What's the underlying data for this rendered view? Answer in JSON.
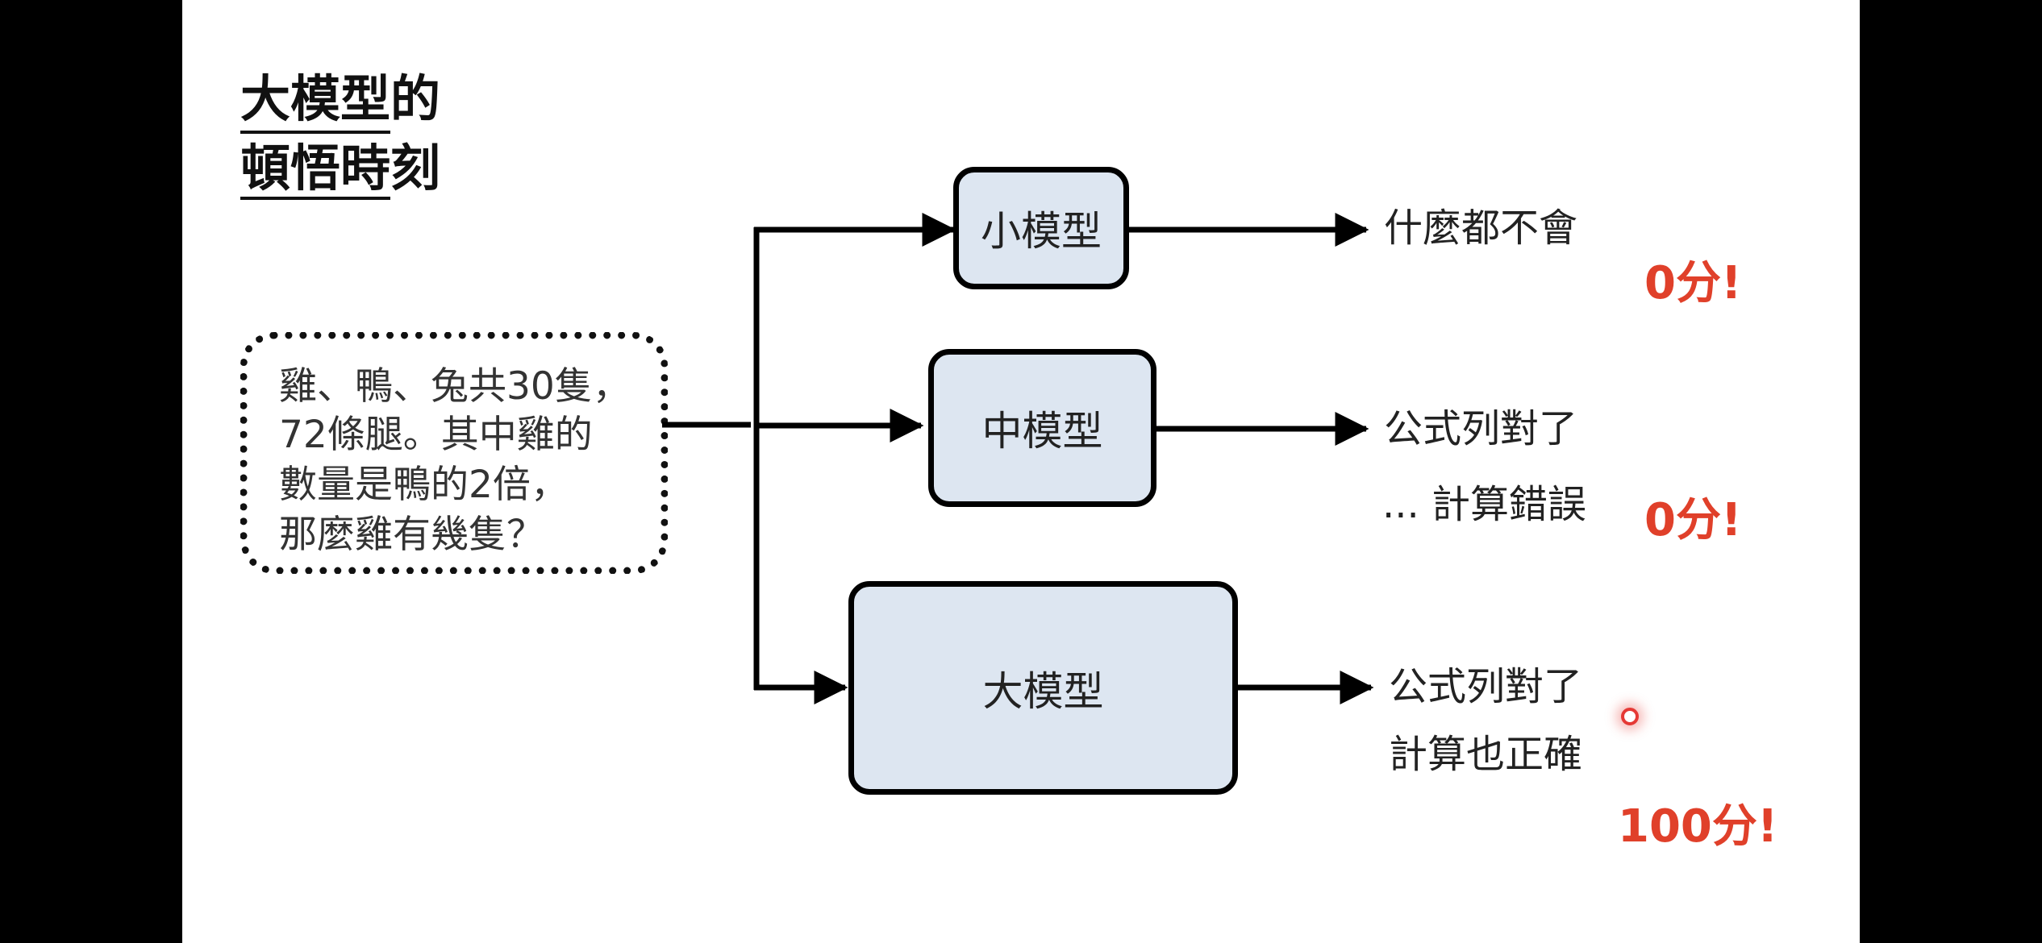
{
  "title": {
    "line1": "大模型的",
    "line2": "頓悟時刻"
  },
  "question": {
    "lines": [
      "雞、鴨、兔共30隻，",
      "72條腿。其中雞的",
      "數量是鴨的2倍，",
      "那麼雞有幾隻？"
    ]
  },
  "models": [
    {
      "label": "小模型",
      "results": [
        "什麼都不會"
      ],
      "score": "0分!"
    },
    {
      "label": "中模型",
      "results": [
        "公式列對了",
        "... 計算錯誤"
      ],
      "score": "0分!"
    },
    {
      "label": "大模型",
      "results": [
        "公式列對了",
        "計算也正確"
      ],
      "score": "100分!"
    }
  ],
  "colors": {
    "background": "#ffffff",
    "box_fill": "#dde6f1",
    "line": "#000000",
    "score": "#e0402a",
    "laser_pointer": "#e53935"
  }
}
